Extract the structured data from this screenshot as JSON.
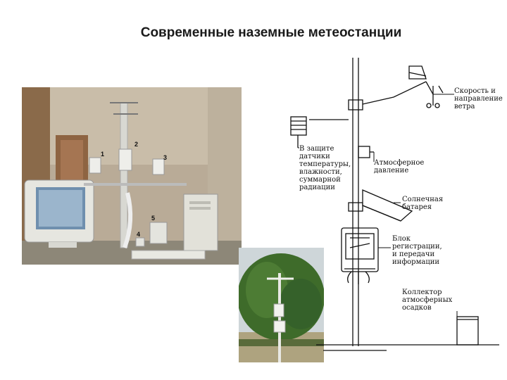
{
  "title": "Современные наземные метеостанции",
  "photo_lab": {
    "numbers": [
      "1",
      "2",
      "3",
      "4",
      "5"
    ]
  },
  "diagram": {
    "labels": {
      "wind": "Скорость и\nнаправление\nветра",
      "sensors": "В защите\nдатчики\nтемпературы,\nвлажности,\nсуммарной\nрадиации",
      "pressure": "Атмосферное\nдавление",
      "solar": "Солнечная\nбатарея",
      "logger": "Блок\nрегистрации,\nи передачи\nинформации",
      "precip": "Коллектор\nатмосферных\nосадков"
    }
  }
}
